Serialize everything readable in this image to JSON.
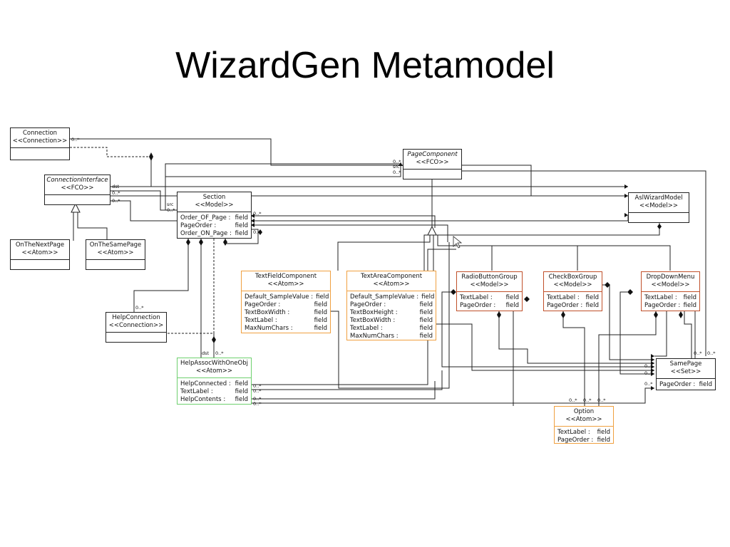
{
  "slide": {
    "title": "WizardGen Metamodel"
  },
  "classes": {
    "connection": {
      "name": "Connection",
      "stereo": "<<Connection>>"
    },
    "connection_interface": {
      "name": "ConnectionInterface",
      "stereo": "<<FCO>>"
    },
    "on_the_next_page": {
      "name": "OnTheNextPage",
      "stereo": "<<Atom>>"
    },
    "on_the_same_page": {
      "name": "OnTheSamePage",
      "stereo": "<<Atom>>"
    },
    "section": {
      "name": "Section",
      "stereo": "<<Model>>",
      "attrs": [
        {
          "n": "Order_OF_Page :",
          "t": "field"
        },
        {
          "n": "PageOrder :",
          "t": "field"
        },
        {
          "n": "Order_ON_Page :",
          "t": "field"
        }
      ]
    },
    "page_component": {
      "name": "PageComponent",
      "stereo": "<<FCO>>"
    },
    "asl_wizard_model": {
      "name": "AslWizardModel",
      "stereo": "<<Model>>"
    },
    "text_field_component": {
      "name": "TextFieldComponent",
      "stereo": "<<Atom>>",
      "attrs": [
        {
          "n": "Default_SampleValue :",
          "t": "field"
        },
        {
          "n": "PageOrder :",
          "t": "field"
        },
        {
          "n": "TextBoxWidth :",
          "t": "field"
        },
        {
          "n": "TextLabel :",
          "t": "field"
        },
        {
          "n": "MaxNumChars :",
          "t": "field"
        }
      ]
    },
    "text_area_component": {
      "name": "TextAreaComponent",
      "stereo": "<<Atom>>",
      "attrs": [
        {
          "n": "Default_SampleValue :",
          "t": "field"
        },
        {
          "n": "PageOrder :",
          "t": "field"
        },
        {
          "n": "TextBoxHeight :",
          "t": "field"
        },
        {
          "n": "TextBoxWidth :",
          "t": "field"
        },
        {
          "n": "TextLabel :",
          "t": "field"
        },
        {
          "n": "MaxNumChars :",
          "t": "field"
        }
      ]
    },
    "radio_button_group": {
      "name": "RadioButtonGroup",
      "stereo": "<<Model>>",
      "attrs": [
        {
          "n": "TextLabel :",
          "t": "field"
        },
        {
          "n": "PageOrder :",
          "t": "field"
        }
      ]
    },
    "check_box_group": {
      "name": "CheckBoxGroup",
      "stereo": "<<Model>>",
      "attrs": [
        {
          "n": "TextLabel :",
          "t": "field"
        },
        {
          "n": "PageOrder :",
          "t": "field"
        }
      ]
    },
    "drop_down_menu": {
      "name": "DropDownMenu",
      "stereo": "<<Model>>",
      "attrs": [
        {
          "n": "TextLabel :",
          "t": "field"
        },
        {
          "n": "PageOrder :",
          "t": "field"
        }
      ]
    },
    "help_connection": {
      "name": "HelpConnection",
      "stereo": "<<Connection>>"
    },
    "help_assoc": {
      "name": "HelpAssocWithOneObj",
      "stereo": "<<Atom>>",
      "attrs": [
        {
          "n": "HelpConnected :",
          "t": "field"
        },
        {
          "n": "TextLabel :",
          "t": "field"
        },
        {
          "n": "HelpContents :",
          "t": "field"
        }
      ]
    },
    "same_page": {
      "name": "SamePage",
      "stereo": "<<Set>>",
      "attrs": [
        {
          "n": "PageOrder :",
          "t": "field"
        }
      ]
    },
    "option": {
      "name": "Option",
      "stereo": "<<Atom>>",
      "attrs": [
        {
          "n": "TextLabel :",
          "t": "field"
        },
        {
          "n": "PageOrder :",
          "t": "field"
        }
      ]
    }
  },
  "labels": {
    "zero_star": "0..*",
    "src": "src",
    "dst": "dst",
    "zero_dot_star": "0..*"
  }
}
